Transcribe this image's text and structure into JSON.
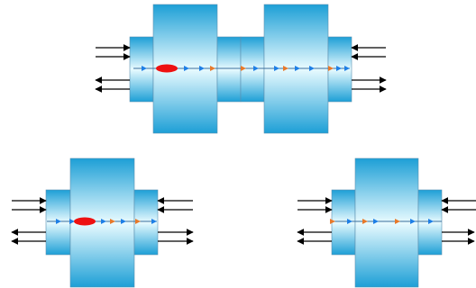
{
  "colors": {
    "cylinder_dark": "#1d9fd6",
    "cylinder_light": "#e9fbff",
    "axis_line": "#3a6d9b",
    "particle_blue": "#1e7fe6",
    "particle_orange": "#e8792a",
    "bunch": "#ee1111",
    "arrow": "#000000"
  },
  "assemblies": [
    {
      "name": "two-cell-cavity",
      "blocks": [
        {
          "kind": "beam-pipe"
        },
        {
          "kind": "cell"
        },
        {
          "kind": "beam-pipe"
        },
        {
          "kind": "beam-pipe"
        },
        {
          "kind": "cell"
        },
        {
          "kind": "beam-pipe"
        }
      ],
      "has_bunch": true,
      "particles": [
        "blue",
        "blue",
        "blue",
        "orange",
        "orange",
        "blue",
        "blue",
        "orange",
        "blue",
        "blue",
        "orange",
        "blue",
        "blue"
      ]
    },
    {
      "name": "single-cell-with-bunch",
      "blocks": [
        {
          "kind": "beam-pipe"
        },
        {
          "kind": "cell"
        },
        {
          "kind": "beam-pipe"
        }
      ],
      "has_bunch": true,
      "particles": [
        "blue",
        "blue",
        "blue",
        "orange",
        "blue",
        "orange",
        "blue"
      ]
    },
    {
      "name": "single-cell-no-bunch",
      "blocks": [
        {
          "kind": "beam-pipe"
        },
        {
          "kind": "cell"
        },
        {
          "kind": "beam-pipe"
        }
      ],
      "has_bunch": false,
      "particles": [
        "orange",
        "blue",
        "orange",
        "blue",
        "orange",
        "blue",
        "blue"
      ]
    }
  ]
}
